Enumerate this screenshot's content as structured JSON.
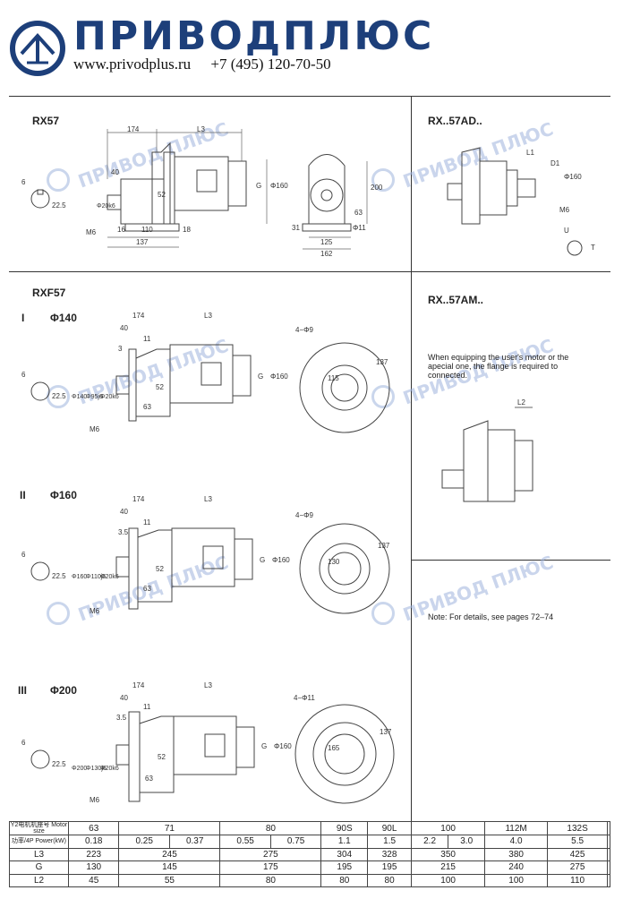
{
  "header": {
    "brand": "ПРИВОДПЛЮС",
    "website": "www.privodplus.ru",
    "phone": "+7 (495) 120-70-50"
  },
  "watermark": "ПРИВОД ПЛЮС",
  "sections": {
    "rx57": {
      "title": "RX57"
    },
    "rx57ad": {
      "title": "RX..57AD.."
    },
    "rxf57": {
      "title": "RXF57"
    },
    "rx57am": {
      "title": "RX..57AM..",
      "note": "When equipping the user's motor or the apecial one, the flange is required to connected."
    },
    "variant1": {
      "roman": "I",
      "flange": "Φ140"
    },
    "variant2": {
      "roman": "II",
      "flange": "Φ160"
    },
    "variant3": {
      "roman": "III",
      "flange": "Φ200"
    },
    "details_note": "Note: For details, see pages 72–74"
  },
  "dims": {
    "rx57": {
      "d174": "174",
      "L3": "L3",
      "d40": "40",
      "d20k6": "Φ20k6",
      "d52": "52",
      "G": "G",
      "d160": "Φ160",
      "d6": "6",
      "d225": "22.5",
      "M6": "M6",
      "d16": "16",
      "d110": "110",
      "d18": "18",
      "d137": "137",
      "d200": "200",
      "d63": "63",
      "d31": "31",
      "d11": "Φ11",
      "d125": "125",
      "d162": "162"
    },
    "rx57ad": {
      "L1": "L1",
      "D1": "D1",
      "d160": "Φ160",
      "M6": "M6",
      "U": "U",
      "T": "T"
    },
    "am": {
      "L2": "L2"
    },
    "v1": {
      "d174": "174",
      "L3": "L3",
      "d40": "40",
      "d11": "11",
      "d3": "3",
      "d6": "6",
      "d225": "22.5",
      "p140": "Φ140",
      "p95": "Φ95j6",
      "p20": "Φ20k6",
      "d52": "52",
      "d63": "63",
      "G": "G",
      "p160": "Φ160",
      "M6": "M6",
      "holes": "4−Φ9",
      "pcd": "115",
      "d137": "137"
    },
    "v2": {
      "d174": "174",
      "L3": "L3",
      "d40": "40",
      "d11": "11",
      "d35": "3.5",
      "d6": "6",
      "d225": "22.5",
      "p160": "Φ160",
      "p110": "Φ110j6",
      "p20": "Φ20k6",
      "d52": "52",
      "d63": "63",
      "G": "G",
      "pm160": "Φ160",
      "M6": "M6",
      "holes": "4−Φ9",
      "pcd": "130",
      "d137": "137"
    },
    "v3": {
      "d174": "174",
      "L3": "L3",
      "d40": "40",
      "d11": "11",
      "d35": "3.5",
      "d6": "6",
      "d225": "22.5",
      "p200": "Φ200",
      "p130": "Φ130j6",
      "p20": "Φ20k6",
      "d52": "52",
      "d63": "63",
      "G": "G",
      "pm160": "Φ160",
      "M6": "M6",
      "holes": "4−Φ11",
      "pcd": "165",
      "d137": "137"
    }
  },
  "spec_table": {
    "hdr_motor": "Y2电机机座号 Motor size",
    "hdr_power": "功率/4P Power(kW)",
    "motor_sizes": [
      "63",
      "71",
      "80",
      "90S",
      "90L",
      "100",
      "112M",
      "132S"
    ],
    "power": [
      "0.18",
      "0.25",
      "0.37",
      "0.55",
      "0.75",
      "1.1",
      "1.5",
      "2.2",
      "3.0",
      "4.0",
      "5.5"
    ],
    "rows": [
      {
        "label": "L3",
        "values": [
          "223",
          "245",
          "275",
          "304",
          "328",
          "350",
          "380",
          "425"
        ]
      },
      {
        "label": "G",
        "values": [
          "130",
          "145",
          "175",
          "195",
          "195",
          "215",
          "240",
          "275"
        ]
      },
      {
        "label": "L2",
        "values": [
          "45",
          "55",
          "80",
          "80",
          "80",
          "100",
          "100",
          "110"
        ]
      }
    ]
  }
}
